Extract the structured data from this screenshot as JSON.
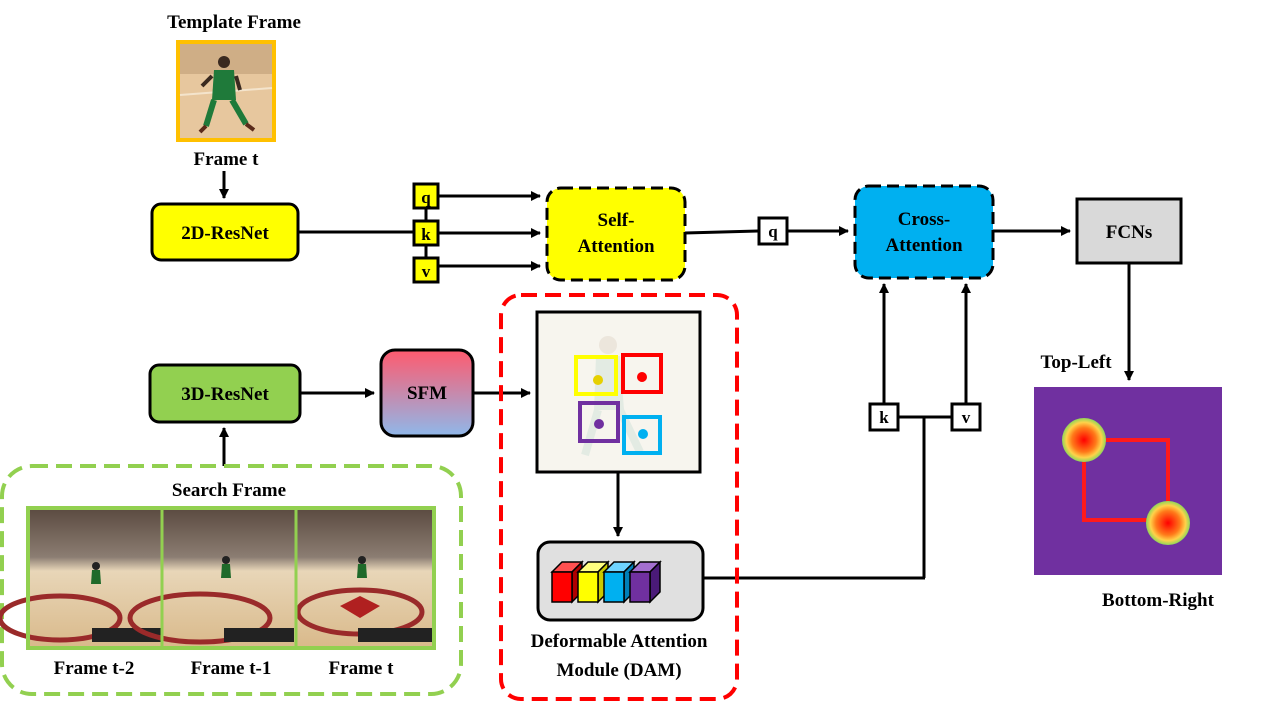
{
  "labels": {
    "template_frame": "Template Frame",
    "frame_t_top": "Frame t",
    "search_frame": "Search Frame",
    "frame_t2": "Frame t-2",
    "frame_t1": "Frame t-1",
    "frame_t": "Frame t",
    "dam_line1": "Deformable Attention",
    "dam_line2": "Module (DAM)",
    "top_left": "Top-Left",
    "bottom_right": "Bottom-Right"
  },
  "blocks": {
    "resnet2d": "2D-ResNet",
    "resnet3d": "3D-ResNet",
    "sfm": "SFM",
    "self_attn_1": "Self-",
    "self_attn_2": "Attention",
    "cross_attn_1": "Cross-",
    "cross_attn_2": "Attention",
    "fcns": "FCNs"
  },
  "tokens": {
    "q": "q",
    "k": "k",
    "v": "v"
  },
  "colors": {
    "yellow": "#ffff00",
    "green": "#92d050",
    "cyan": "#00b0f0",
    "gray": "#d9d9d9",
    "dam_border": "#ff0000",
    "search_border": "#92d050",
    "template_border": "#ffc000",
    "heatmap_bg": "#7030a0",
    "sfm_top": "#ff6b6b",
    "sfm_bottom": "#8fb4e8"
  }
}
